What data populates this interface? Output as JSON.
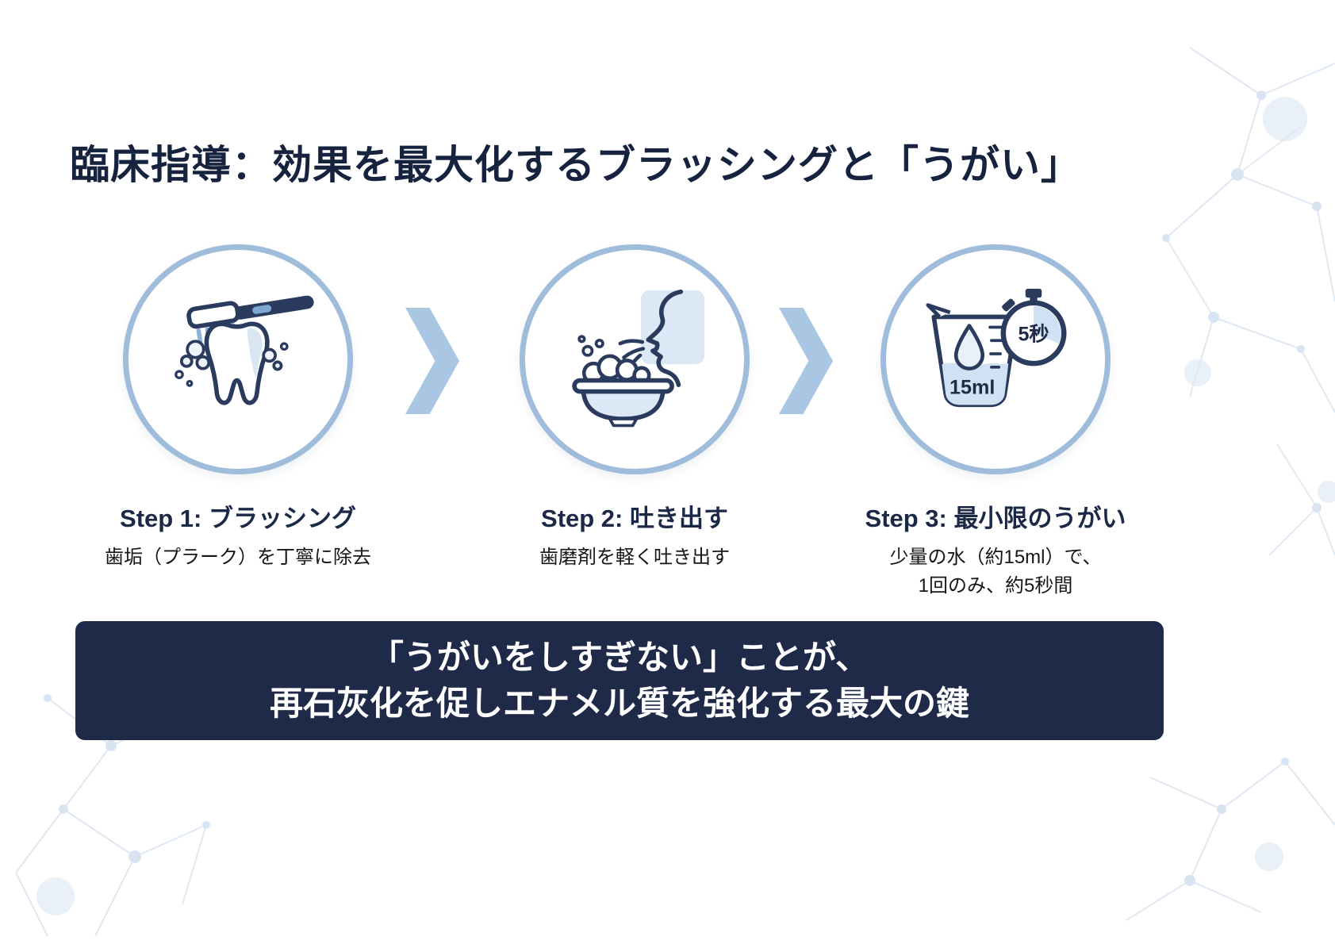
{
  "page": {
    "title": "臨床指導：効果を最大化するブラッシングと「うがい」"
  },
  "steps": [
    {
      "label": "Step 1: ブラッシング",
      "description": "歯垢（プラーク）を丁寧に除去",
      "icon": "tooth-brushing-icon"
    },
    {
      "label": "Step 2: 吐き出す",
      "description": "歯磨剤を軽く吐き出す",
      "icon": "spit-out-icon"
    },
    {
      "label": "Step 3: 最小限のうがい",
      "description": "少量の水（約15ml）で、",
      "description2": "1回のみ、約5秒間",
      "icon": "rinse-cup-stopwatch-icon",
      "cup_label": "15ml",
      "timer_label": "5秒"
    }
  ],
  "banner": {
    "line1": "「うがいをしすぎない」ことが、",
    "line2": "再石灰化を促しエナメル質を強化する最大の鍵"
  },
  "icons": {
    "between_steps": "chevron-right-icon",
    "background": "network-nodes-decoration"
  },
  "colors": {
    "title_text": "#16233f",
    "circle_border": "#9fbcda",
    "arrow": "#a9c6e2",
    "banner_background": "#1e2a47",
    "banner_text": "#ffffff",
    "icon_outline": "#2a3b5e",
    "icon_light_fill": "#d9e7f5"
  }
}
